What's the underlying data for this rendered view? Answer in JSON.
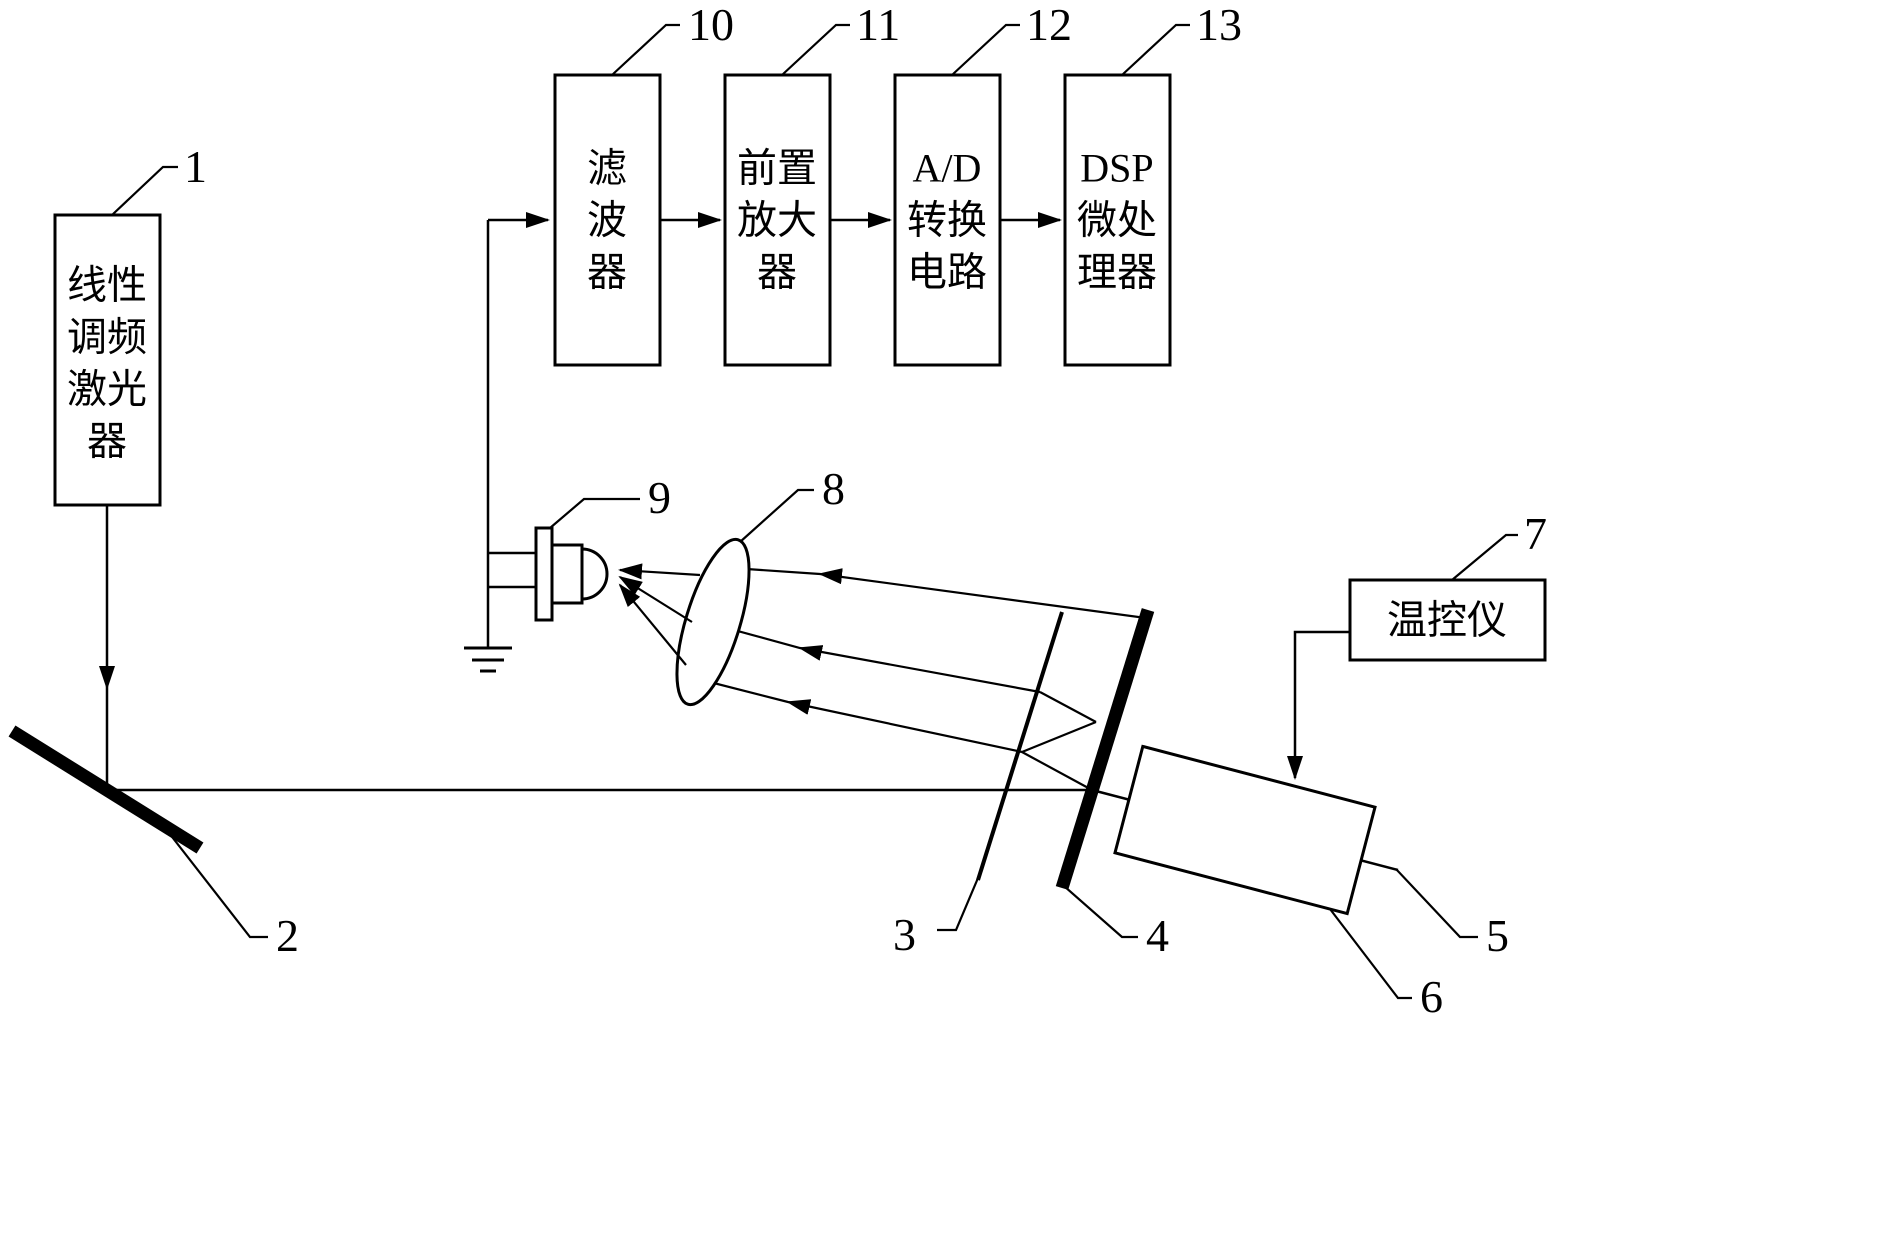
{
  "colors": {
    "ink": "#000000",
    "background": "#ffffff"
  },
  "boxes": {
    "laser": {
      "lines": [
        "线性",
        "调频",
        "激光",
        "器"
      ]
    },
    "filter": {
      "lines": [
        "滤",
        "波",
        "器"
      ]
    },
    "preamp": {
      "lines": [
        "前置",
        "放大",
        "器"
      ]
    },
    "adc": {
      "lines": [
        "A/D",
        "转换",
        "电路"
      ]
    },
    "dsp": {
      "lines": [
        "DSP",
        "微处",
        "理器"
      ]
    },
    "temp_controller": {
      "label": "温控仪"
    }
  },
  "ref_labels": {
    "laser": "1",
    "mirror": "2",
    "front_plate": "3",
    "reflector_plate": "4",
    "etalon": "5",
    "oven": "6",
    "temp_controller": "7",
    "lens": "8",
    "photodetector": "9",
    "filter": "10",
    "preamp": "11",
    "adc": "12",
    "dsp": "13"
  }
}
